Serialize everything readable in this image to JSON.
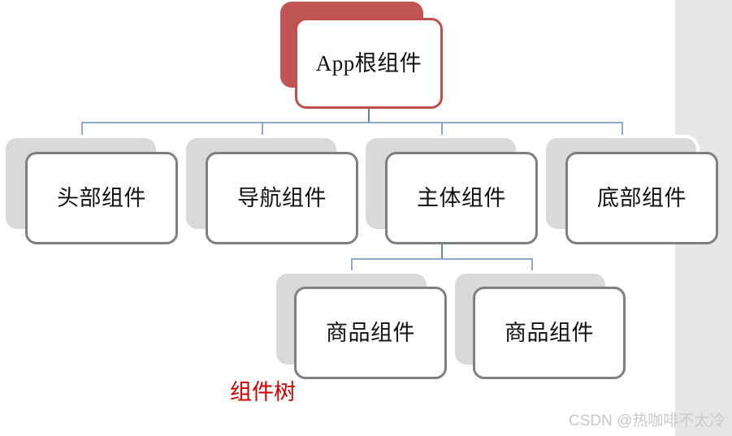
{
  "diagram": {
    "title_caption": "组件树",
    "caption_color": "#cc0000",
    "background_color": "#ffffff",
    "band_color": "#e6e6e6",
    "connector_color": "#5b82b0",
    "root_accent_color": "#c0504d",
    "node_border_color": "#7f7f7f",
    "node_shadow_color": "#d9d9d9",
    "nodes": {
      "root": {
        "label_ascii": "App",
        "label_cjk": "根组件"
      },
      "level2": [
        {
          "label": "头部组件"
        },
        {
          "label": "导航组件"
        },
        {
          "label": "主体组件"
        },
        {
          "label": "底部组件"
        }
      ],
      "level3": [
        {
          "label": "商品组件"
        },
        {
          "label": "商品组件"
        }
      ]
    }
  },
  "watermark": {
    "text": "CSDN @热咖啡不太冷"
  }
}
